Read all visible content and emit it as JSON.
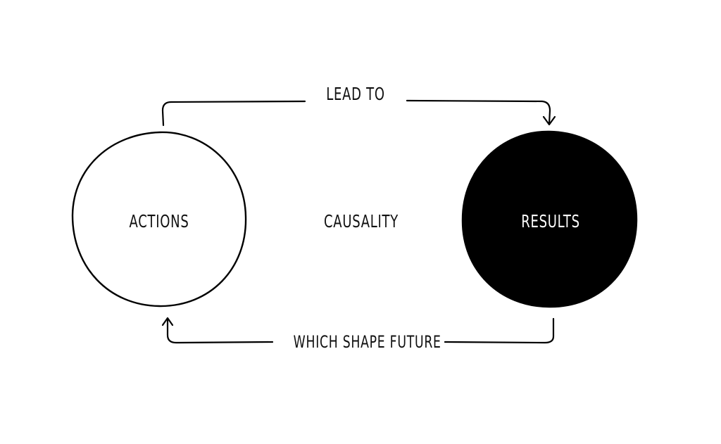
{
  "diagram": {
    "type": "cycle",
    "center_label": "CAUSALITY",
    "nodes": [
      {
        "id": "actions",
        "label": "ACTIONS",
        "fill": "#ffffff",
        "stroke": "#000000",
        "text_color": "#111111"
      },
      {
        "id": "results",
        "label": "RESULTS",
        "fill": "#000000",
        "stroke": "#000000",
        "text_color": "#ffffff"
      }
    ],
    "edges": [
      {
        "from": "actions",
        "to": "results",
        "label": "LEAD TO"
      },
      {
        "from": "results",
        "to": "actions",
        "label": "WHICH SHAPE FUTURE"
      }
    ],
    "colors": {
      "background": "#ffffff",
      "ink": "#000000"
    }
  }
}
